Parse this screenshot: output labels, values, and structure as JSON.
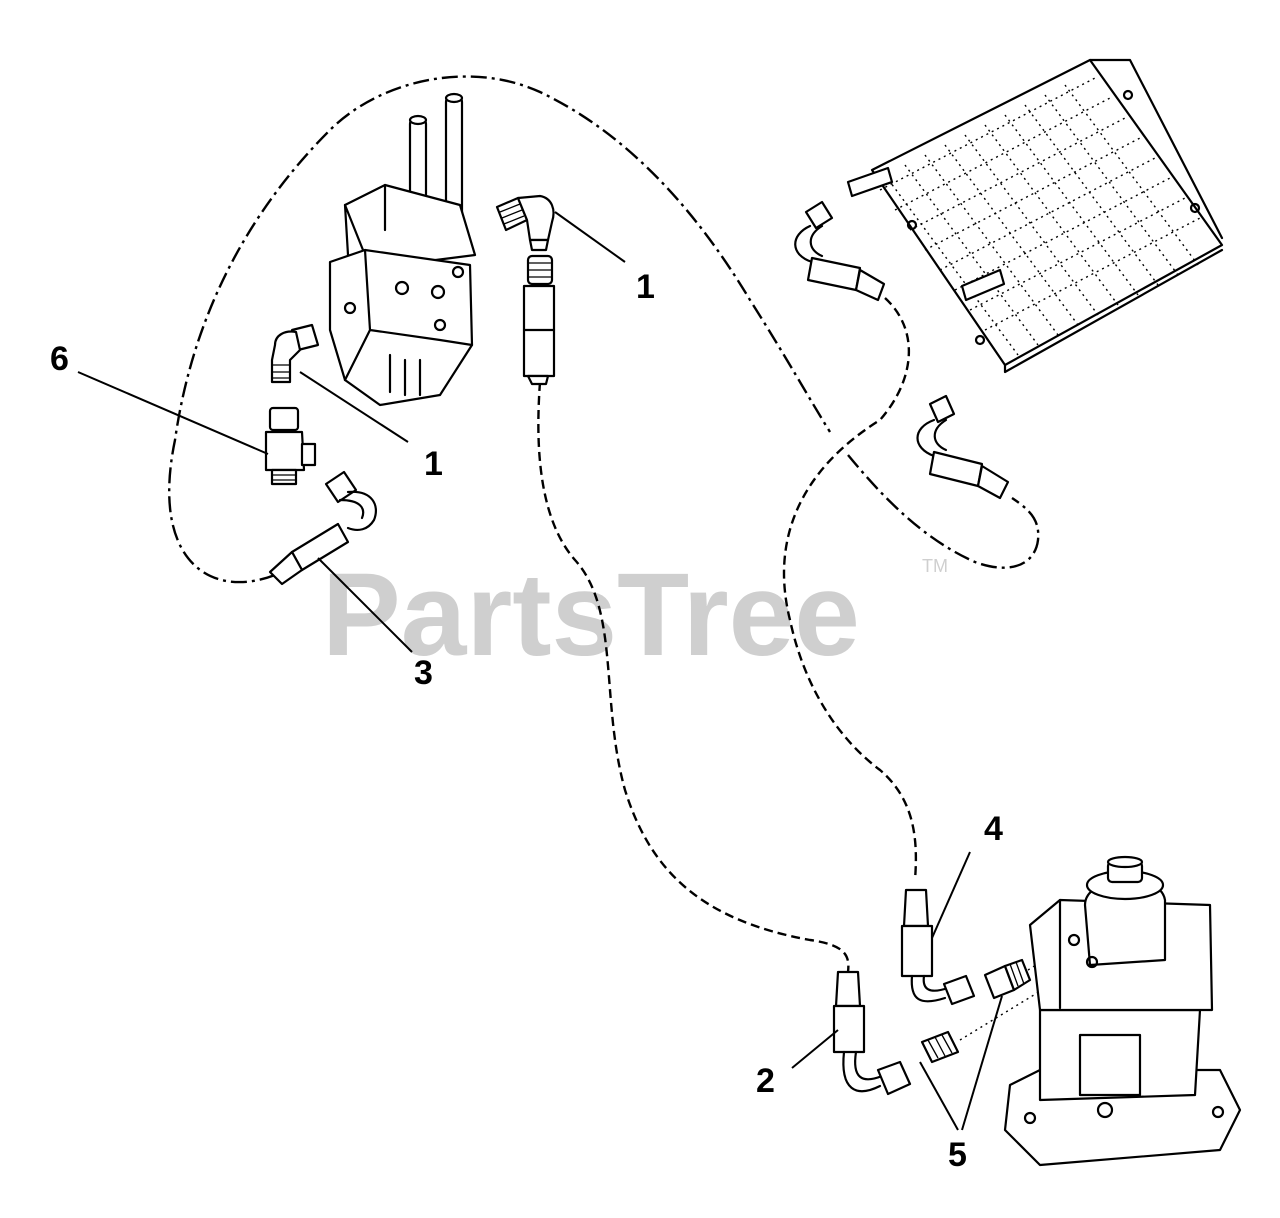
{
  "watermark": {
    "text": "PartsTree",
    "trademark": "TM"
  },
  "callouts": [
    {
      "id": "callout-1-upper",
      "label": "1"
    },
    {
      "id": "callout-1-lower",
      "label": "1"
    },
    {
      "id": "callout-2",
      "label": "2"
    },
    {
      "id": "callout-3",
      "label": "3"
    },
    {
      "id": "callout-4",
      "label": "4"
    },
    {
      "id": "callout-5",
      "label": "5"
    },
    {
      "id": "callout-6",
      "label": "6"
    }
  ],
  "colors": {
    "ink": "#000000",
    "watermark": "#cfcfcf",
    "background": "#ffffff"
  }
}
